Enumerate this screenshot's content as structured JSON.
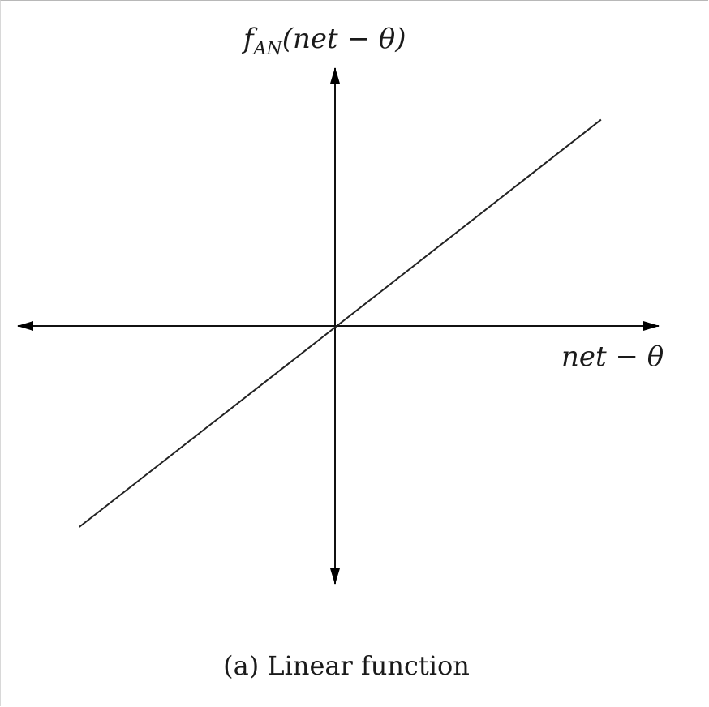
{
  "chart_data": {
    "type": "line",
    "title": "",
    "xlabel": "net − θ",
    "ylabel": {
      "base": "f",
      "subscript": "AN",
      "argument": "(net − θ)"
    },
    "caption": "(a) Linear function",
    "series": [
      {
        "x": [
          -5.0,
          5.2
        ],
        "y": [
          -3.9,
          4.0
        ]
      }
    ],
    "xlim": [
      -6.2,
      6.3
    ],
    "ylim": [
      -5.0,
      5.0
    ],
    "grid": false,
    "axes": "centered-with-arrows"
  }
}
